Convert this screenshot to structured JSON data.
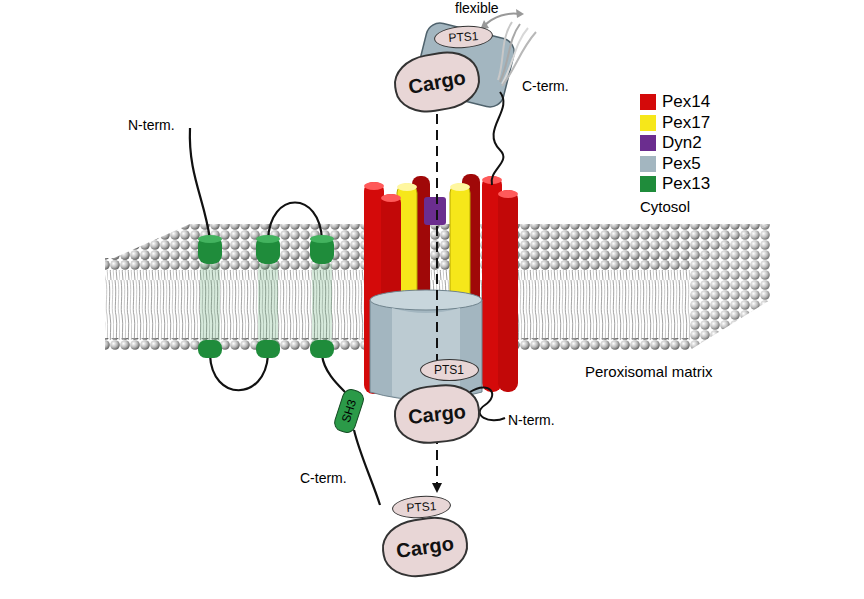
{
  "diagram": {
    "nodes": [
      {
        "text": [
          "Cargo"
        ]
      },
      {
        "text": [
          "PTS1"
        ]
      },
      {
        "text": [
          "Cargo"
        ]
      },
      {
        "text": [
          "PTS1"
        ]
      },
      {
        "text": [
          "Cargo"
        ]
      },
      {
        "text": [
          "PTS1"
        ]
      },
      {
        "text": [
          "SH3"
        ]
      }
    ],
    "edges": [
      {
        "from": 0,
        "to": 5,
        "arrow": "to"
      }
    ],
    "labels": [
      "flexible",
      "C-term.",
      "N-term.",
      "Cytosol",
      "Peroxisomal matrix",
      "N-term.",
      "C-term."
    ],
    "legend": [
      {
        "text": "Pex14",
        "color": "#d40a0a"
      },
      {
        "text": "Pex17",
        "color": "#f6e71a"
      },
      {
        "text": "Dyn2",
        "color": "#6b2d8f"
      },
      {
        "text": "Pex5",
        "color": "#a3b6c0"
      },
      {
        "text": "Pex13",
        "color": "#1f8c3b"
      }
    ]
  }
}
